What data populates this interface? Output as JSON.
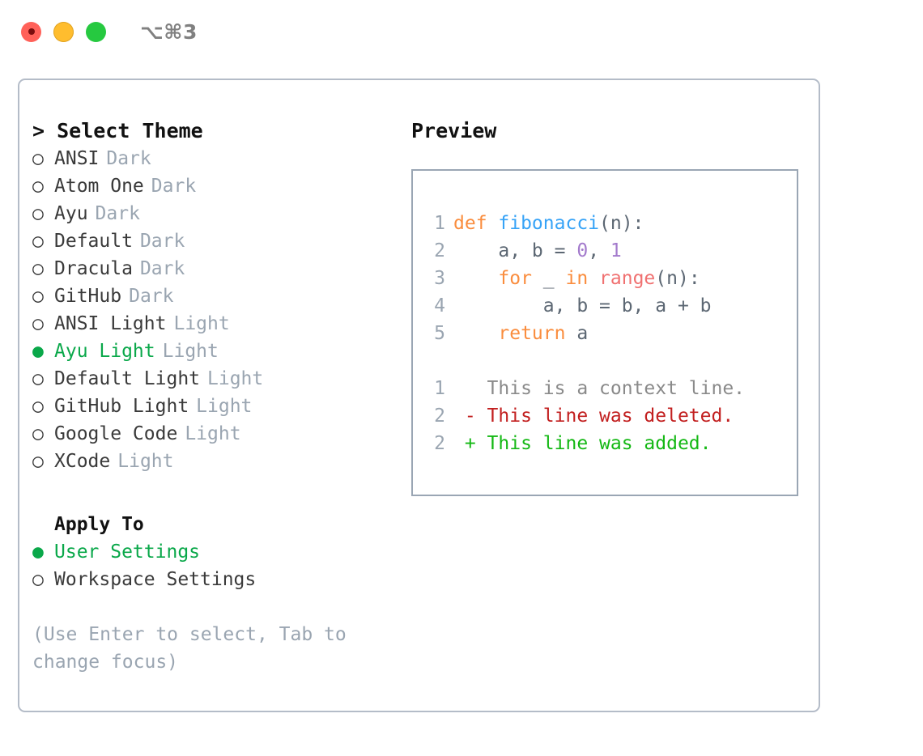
{
  "titlebar": {
    "shortcut": "⌥⌘3",
    "buttons": [
      {
        "name": "close",
        "color": "#ff6159"
      },
      {
        "name": "minimize",
        "color": "#ffbd2e"
      },
      {
        "name": "maximize",
        "color": "#26c940"
      }
    ]
  },
  "theme_picker": {
    "title": "> Select Theme",
    "items": [
      {
        "marker": "○",
        "label": "ANSI",
        "suffix": "Dark",
        "selected": false
      },
      {
        "marker": "○",
        "label": "Atom One",
        "suffix": "Dark",
        "selected": false
      },
      {
        "marker": "○",
        "label": "Ayu",
        "suffix": "Dark",
        "selected": false
      },
      {
        "marker": "○",
        "label": "Default",
        "suffix": "Dark",
        "selected": false
      },
      {
        "marker": "○",
        "label": "Dracula",
        "suffix": "Dark",
        "selected": false
      },
      {
        "marker": "○",
        "label": "GitHub",
        "suffix": "Dark",
        "selected": false
      },
      {
        "marker": "○",
        "label": "ANSI Light",
        "suffix": "Light",
        "selected": false
      },
      {
        "marker": "●",
        "label": "Ayu Light",
        "suffix": "Light",
        "selected": true
      },
      {
        "marker": "○",
        "label": "Default Light",
        "suffix": "Light",
        "selected": false
      },
      {
        "marker": "○",
        "label": "GitHub Light",
        "suffix": "Light",
        "selected": false
      },
      {
        "marker": "○",
        "label": "Google Code",
        "suffix": "Light",
        "selected": false
      },
      {
        "marker": "○",
        "label": "XCode",
        "suffix": "Light",
        "selected": false
      }
    ]
  },
  "apply_to": {
    "header": "Apply To",
    "items": [
      {
        "marker": "●",
        "label": "User Settings",
        "selected": true
      },
      {
        "marker": "○",
        "label": "Workspace Settings",
        "selected": false
      }
    ]
  },
  "hint": "(Use Enter to select, Tab to change focus)",
  "preview": {
    "title": "Preview",
    "code_lines": [
      {
        "lineno": "1",
        "tokens": [
          {
            "t": "def ",
            "c": "kw"
          },
          {
            "t": "fibonacci",
            "c": "fn"
          },
          {
            "t": "(n):",
            "c": "punct"
          }
        ]
      },
      {
        "lineno": "2",
        "tokens": [
          {
            "t": "    a, b = ",
            "c": "var"
          },
          {
            "t": "0",
            "c": "num"
          },
          {
            "t": ", ",
            "c": "punct"
          },
          {
            "t": "1",
            "c": "num"
          }
        ]
      },
      {
        "lineno": "3",
        "tokens": [
          {
            "t": "    ",
            "c": "var"
          },
          {
            "t": "for",
            "c": "kw"
          },
          {
            "t": " _ ",
            "c": "var"
          },
          {
            "t": "in",
            "c": "kw"
          },
          {
            "t": " ",
            "c": "var"
          },
          {
            "t": "range",
            "c": "builtin"
          },
          {
            "t": "(n):",
            "c": "punct"
          }
        ]
      },
      {
        "lineno": "4",
        "tokens": [
          {
            "t": "        a, b = b, a + b",
            "c": "var"
          }
        ]
      },
      {
        "lineno": "5",
        "tokens": [
          {
            "t": "    ",
            "c": "var"
          },
          {
            "t": "return",
            "c": "kw"
          },
          {
            "t": " a",
            "c": "var"
          }
        ]
      }
    ],
    "diff_lines": [
      {
        "lineno": "1",
        "sign": " ",
        "text": "This is a context line.",
        "kind": "context"
      },
      {
        "lineno": "2",
        "sign": "-",
        "text": "This line was deleted.",
        "kind": "deleted"
      },
      {
        "lineno": "2",
        "sign": "+",
        "text": "This line was added.",
        "kind": "added"
      }
    ]
  },
  "colors": {
    "accent_green": "#0aa84a",
    "muted": "#9aa5b1",
    "border": "#b4bcc8",
    "keyword": "#fa8d3e",
    "function": "#36a3f7",
    "number": "#a37acc",
    "builtin": "#f07171",
    "diff_added": "#14b814",
    "diff_deleted": "#c21f1f"
  }
}
